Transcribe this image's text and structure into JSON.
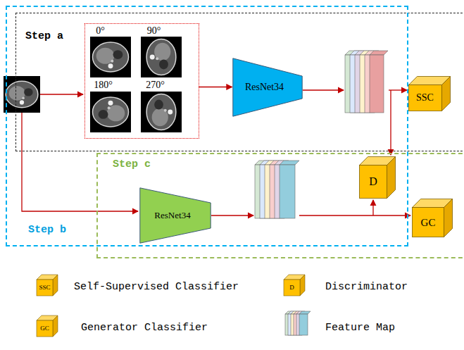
{
  "diagram": {
    "nodes": [
      {
        "text": [
          "Step a"
        ]
      },
      {
        "text": [
          "0°",
          "90°",
          "180°",
          "270°"
        ],
        "in": 0
      },
      {
        "text": [
          "ResNet34"
        ],
        "in": 0
      },
      {
        "text": [
          "SSC"
        ],
        "in": 0
      },
      {
        "text": [
          "Step b"
        ]
      },
      {
        "text": [
          "Step c"
        ]
      },
      {
        "text": [
          "D"
        ],
        "in": 5
      },
      {
        "text": [
          "ResNet34"
        ],
        "in": 5
      },
      {
        "text": [
          "GC"
        ],
        "in": 5
      }
    ],
    "edges": [
      {
        "from": 1,
        "to": 2,
        "arrow": "to"
      }
    ],
    "labels": [
      "SSC",
      "D",
      "GC"
    ],
    "legend": [
      {
        "text": "Self-Supervised Classifier"
      },
      {
        "text": "Discriminator"
      },
      {
        "text": "Generator Classifier"
      },
      {
        "text": "Feature Map"
      }
    ]
  }
}
